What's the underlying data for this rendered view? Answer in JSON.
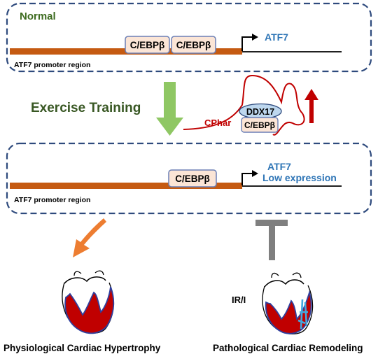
{
  "panels": {
    "normal": {
      "title": "Normal",
      "factors": [
        "C/EBPβ",
        "C/EBPβ"
      ],
      "gene": "ATF7",
      "promoter_label": "ATF7 promoter region"
    },
    "exercise": {
      "factor": "C/EBPβ",
      "gene": "ATF7",
      "gene_state": "Low expression",
      "promoter_label": "ATF7 promoter region"
    }
  },
  "middle": {
    "treatment_label": "Exercise Training",
    "lncrna_label": "CPhar",
    "partner_protein": "DDX17",
    "bound_factor": "C/EBPβ"
  },
  "bottom": {
    "left_caption": "Physiological Cardiac Hypertrophy",
    "injury_label": "IR/I",
    "right_caption": "Pathological Cardiac Remodeling"
  },
  "colors": {
    "dashed_border": "#2e4a7d",
    "promoter_bar": "#c55a11",
    "factor_box_fill": "#fbe5d6",
    "factor_box_stroke": "#6b7fb5",
    "normal_title": "#3d6b1f",
    "exercise_text": "#385723",
    "gene_text": "#2e75b6",
    "lncrna": "#c00000",
    "ddx17_fill": "#bdd7ee",
    "down_arrow": "#8fc764",
    "orange_arrow": "#ed7d31",
    "inhibit_bar": "#7f7f7f",
    "heart_fill": "#c00000",
    "heart_outline": "#2f3f9e",
    "injury": "#41a9e0"
  },
  "icons": [
    "transcription-start-arrow",
    "down-arrow",
    "up-arrow",
    "inhibition-bar",
    "curved-arrow",
    "heart-icon"
  ]
}
